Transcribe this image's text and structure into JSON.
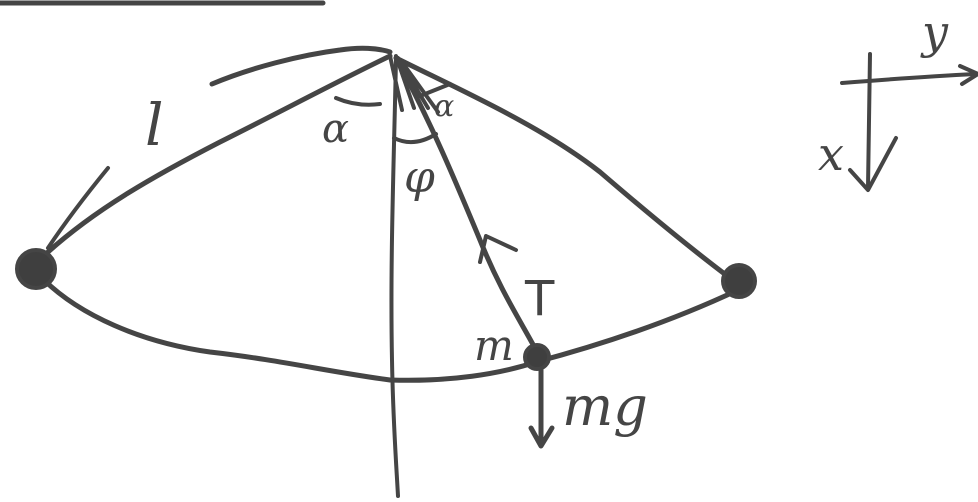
{
  "diagram": {
    "labels": {
      "length": "l",
      "alpha_left": "α",
      "alpha_right": "α",
      "phi": "φ",
      "tension_arrow_mark": "^",
      "tension": "T",
      "mass": "m",
      "weight": "mg",
      "axis_x": "x",
      "axis_y": "y"
    },
    "stroke_color": "#454545",
    "mass_color": "#3f3f3f",
    "background_color": "#ffffff"
  }
}
